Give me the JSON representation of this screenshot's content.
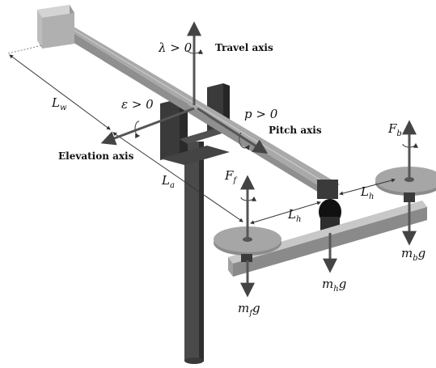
{
  "labels": {
    "travel_axis": "Travel axis",
    "pitch_axis": "Pitch axis",
    "elevation_axis": "Elevation axis",
    "lambda": "λ > 0",
    "epsilon": "ε > 0",
    "pitch": "p > 0",
    "Lw": {
      "main": "L",
      "sub": "w"
    },
    "La": {
      "main": "L",
      "sub": "a"
    },
    "Lh_front": {
      "main": "L",
      "sub": "h"
    },
    "Lh_back": {
      "main": "L",
      "sub": "h"
    },
    "Ff": {
      "main": "F",
      "sub": "f"
    },
    "Fb": {
      "main": "F",
      "sub": "b"
    },
    "mfg": {
      "main": "m",
      "sub": "f",
      "tail": "g"
    },
    "mhg": {
      "main": "m",
      "sub": "h",
      "tail": "g"
    },
    "mbg": {
      "main": "m",
      "sub": "b",
      "tail": "g"
    }
  },
  "colors": {
    "arm": "#a9a9a9",
    "post": "#4a4a4a",
    "counterweight": "#bdbdbd",
    "rotor": "#8c8c8c",
    "arrow": "#555555"
  }
}
